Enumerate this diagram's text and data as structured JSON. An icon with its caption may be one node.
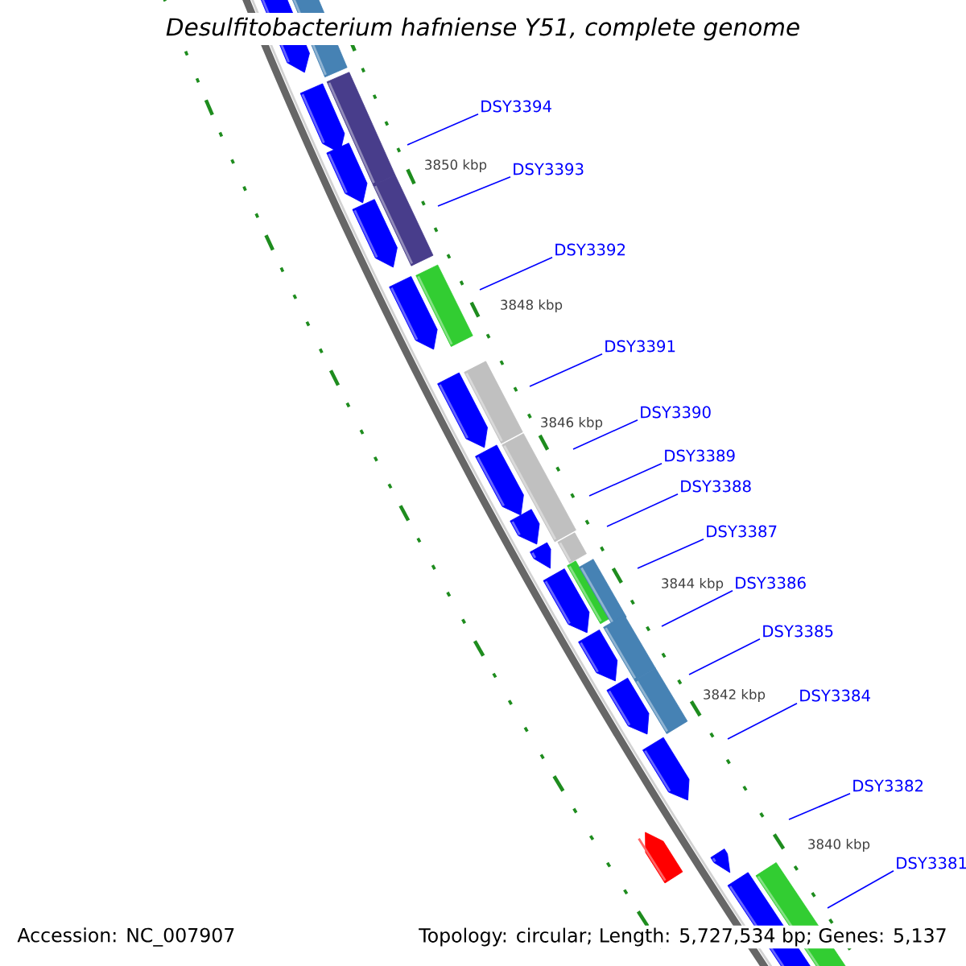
{
  "diagram": {
    "title": "Desulfitobacterium hafniense Y51, complete genome",
    "nodes": [
      {
        "text": [
          "DSY3394"
        ]
      },
      {
        "text": [
          "DSY3393"
        ]
      },
      {
        "text": [
          "DSY3392"
        ]
      },
      {
        "text": [
          "DSY3391"
        ]
      },
      {
        "text": [
          "DSY3390"
        ]
      },
      {
        "text": [
          "DSY3389"
        ]
      },
      {
        "text": [
          "DSY3388"
        ]
      },
      {
        "text": [
          "DSY3387"
        ]
      },
      {
        "text": [
          "DSY3386"
        ]
      },
      {
        "text": [
          "DSY3385"
        ]
      },
      {
        "text": [
          "DSY3384"
        ]
      },
      {
        "text": [
          "DSY3382"
        ]
      },
      {
        "text": [
          "DSY3381"
        ]
      }
    ],
    "edges": [
      {
        "from": 0,
        "to": null,
        "arrow": "none"
      },
      {
        "from": 1,
        "to": null,
        "arrow": "none"
      },
      {
        "from": 2,
        "to": null,
        "arrow": "none"
      },
      {
        "from": 3,
        "to": null,
        "arrow": "none"
      },
      {
        "from": 4,
        "to": null,
        "arrow": "none"
      },
      {
        "from": 5,
        "to": null,
        "arrow": "none"
      },
      {
        "from": 6,
        "to": null,
        "arrow": "none"
      },
      {
        "from": 7,
        "to": null,
        "arrow": "none"
      },
      {
        "from": 8,
        "to": null,
        "arrow": "none"
      },
      {
        "from": 9,
        "to": null,
        "arrow": "none"
      },
      {
        "from": 10,
        "to": null,
        "arrow": "none"
      },
      {
        "from": 11,
        "to": null,
        "arrow": "none"
      },
      {
        "from": 12,
        "to": null,
        "arrow": "none"
      }
    ],
    "labels": [
      "3850 kbp",
      "3848 kbp",
      "3846 kbp",
      "3844 kbp",
      "3842 kbp",
      "3840 kbp",
      "Accession: NC_007907",
      "Topology: circular; Length: 5,727,534 bp; Genes: 5,137"
    ]
  }
}
